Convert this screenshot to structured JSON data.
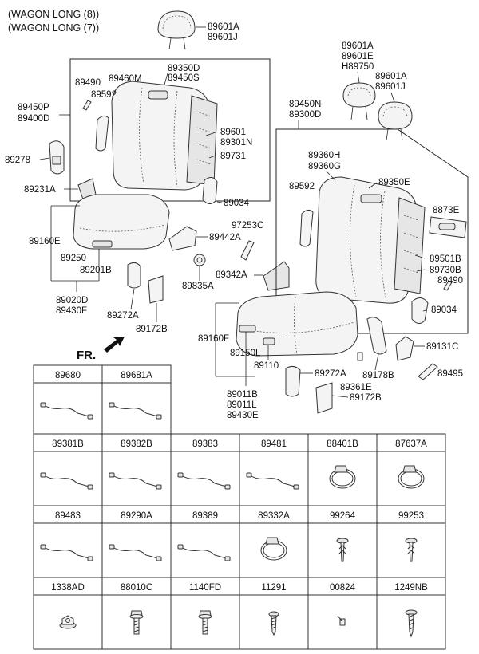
{
  "header": {
    "variant_1": "(WAGON LONG (8))",
    "variant_2": "(WAGON LONG (7))"
  },
  "direction_label": "FR.",
  "callouts": {
    "hr_left_1": "89601A",
    "hr_left_2": "89601J",
    "hr_right_a1": "89601A",
    "hr_right_a2": "89601E",
    "hr_right_a3": "H89750",
    "hr_right_b1": "89601A",
    "hr_right_b2": "89601J",
    "back_l_1": "89350D",
    "back_l_2": "89450S",
    "back_l_3": "89460M",
    "back_l_4": "89490",
    "back_l_5": "89592",
    "back_l_6": "89450P",
    "back_l_7": "89400D",
    "back_l_8": "89601",
    "back_l_9": "89301N",
    "back_l_10": "89731",
    "back_l_11": "89034",
    "l_89278": "89278",
    "l_89231A": "89231A",
    "cush_l_1": "89160E",
    "cush_l_2": "89250",
    "cush_l_3": "89201B",
    "cush_l_4": "89020D",
    "cush_l_5": "89430F",
    "l_89272A_1": "89272A",
    "l_89172B_1": "89172B",
    "l_97253C": "97253C",
    "l_89442A": "89442A",
    "l_89835A": "89835A",
    "l_89342A": "89342A",
    "back_r_1": "89450N",
    "back_r_2": "89300D",
    "back_r_3": "89360H",
    "back_r_4": "89360G",
    "back_r_5": "89350E",
    "back_r_6": "89592",
    "back_r_7": "8873E",
    "back_r_8": "89501B",
    "back_r_9": "89730B",
    "back_r_10": "89490",
    "back_r_11": "89034",
    "cush_r_1": "89160F",
    "cush_r_2": "89150L",
    "cush_r_3": "89110",
    "cush_r_4": "89011B",
    "cush_r_5": "89011L",
    "cush_r_6": "89430E",
    "l_89131C": "89131C",
    "l_89495": "89495",
    "l_89272A_2": "89272A",
    "l_89178B": "89178B",
    "l_89361E": "89361E",
    "l_89172B_2": "89172B"
  },
  "parts_table": {
    "row1": [
      "89680",
      "89681A"
    ],
    "row2": [
      "89381B",
      "89382B",
      "89383",
      "89481",
      "88401B",
      "87637A"
    ],
    "row3": [
      "89483",
      "89290A",
      "89389",
      "89332A",
      "99264",
      "99253"
    ],
    "row4": [
      "1338AD",
      "88010C",
      "1140FD",
      "11291",
      "00824",
      "1249NB"
    ]
  },
  "parts_table_icons": {
    "row1": [
      "wire-harness-icon",
      "wire-harness-icon"
    ],
    "row2": [
      "wire-harness-icon",
      "wire-harness-icon",
      "wire-harness-icon",
      "wire-harness-icon",
      "cable-tie-clamp-icon",
      "cable-tie-clamp-icon"
    ],
    "row3": [
      "wire-harness-icon",
      "wire-harness-icon",
      "wire-harness-icon",
      "cable-tie-clamp-icon",
      "push-pin-clip-icon",
      "push-pin-clip-icon"
    ],
    "row4": [
      "flange-nut-icon",
      "bolt-icon",
      "bolt-icon",
      "screw-icon",
      "small-clip-icon",
      "tapping-screw-icon"
    ]
  }
}
